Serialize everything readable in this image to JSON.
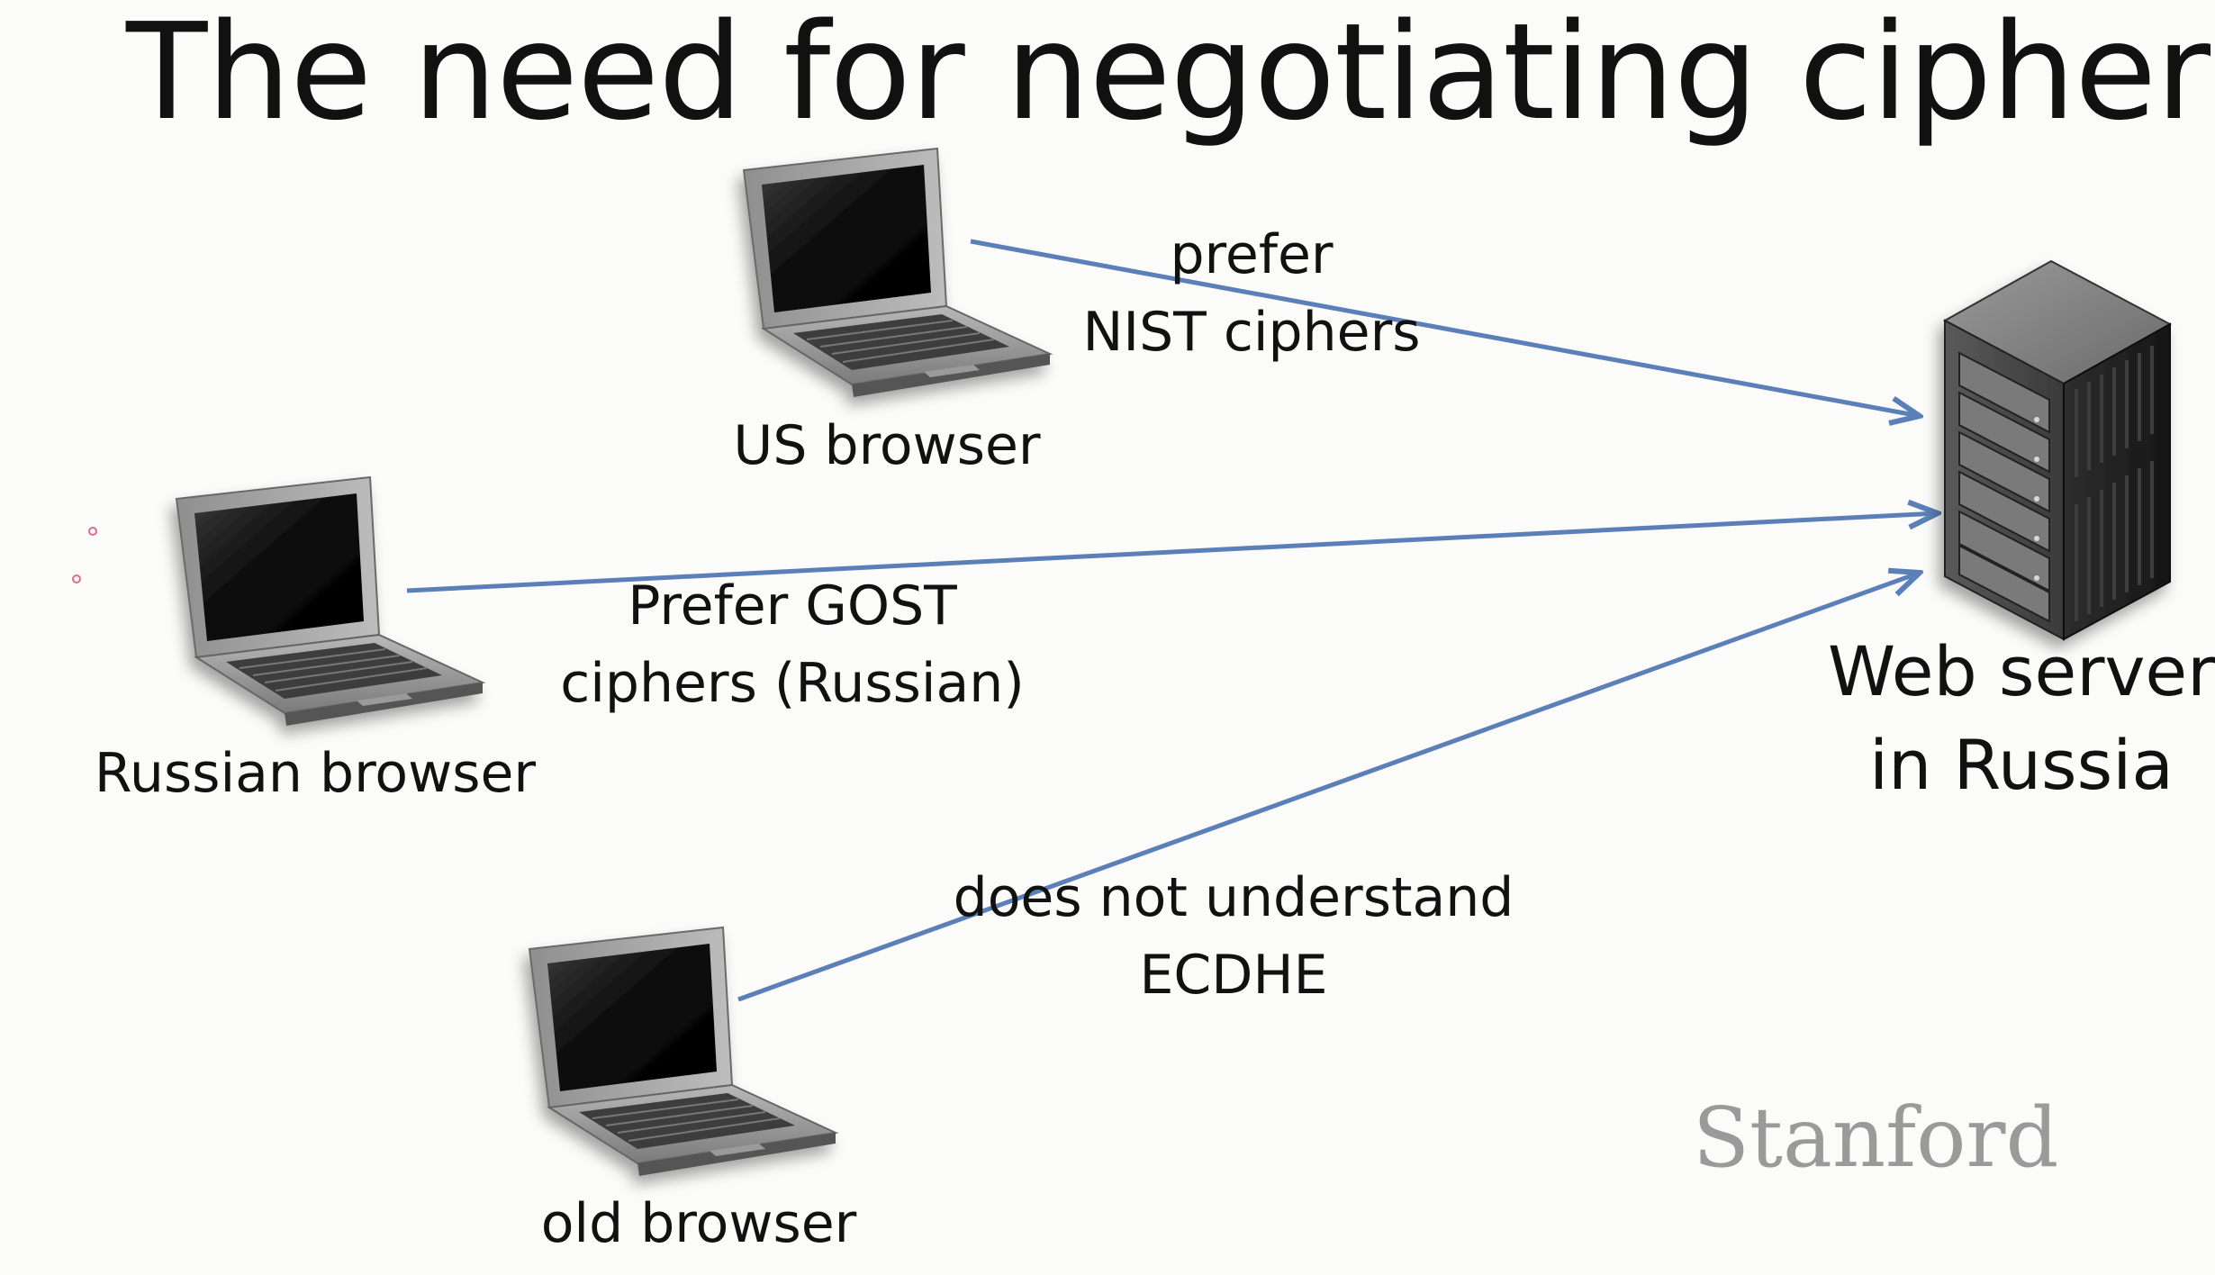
{
  "slide": {
    "title": "The need for negotiating ciphers",
    "logo": "Stanford"
  },
  "nodes": {
    "us_browser": {
      "label": "US browser",
      "icon": "laptop-icon"
    },
    "russian_browser": {
      "label": "Russian browser",
      "icon": "laptop-icon"
    },
    "old_browser": {
      "label": "old browser",
      "icon": "laptop-icon"
    },
    "server": {
      "label_line1": "Web server",
      "label_line2": "in Russia",
      "icon": "server-rack-icon"
    }
  },
  "edges": {
    "us_to_server": {
      "line1": "prefer",
      "line2": "NIST ciphers"
    },
    "russian_to_server": {
      "line1": "Prefer GOST",
      "line2": "ciphers (Russian)"
    },
    "old_to_server": {
      "line1": "does not understand",
      "line2": "ECDHE"
    }
  },
  "colors": {
    "arrow": "#5b7fb8",
    "text": "#111111",
    "logo": "#9a9a9a",
    "background": "#fbfbfa"
  }
}
